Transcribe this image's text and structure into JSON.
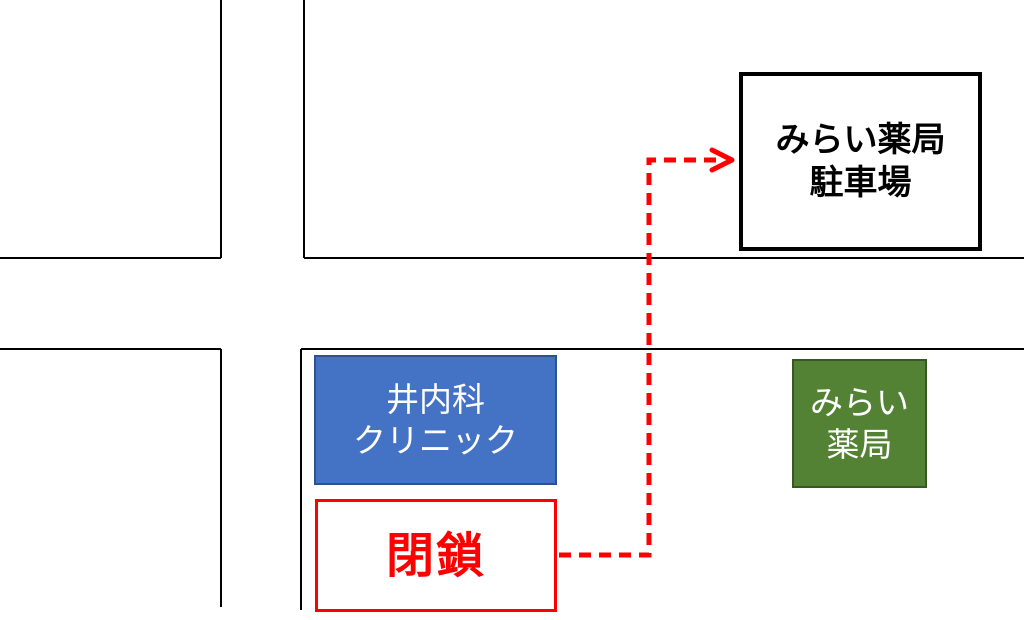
{
  "map": {
    "parking": {
      "line1": "みらい薬局",
      "line2": "駐車場"
    },
    "clinic": {
      "line1": "井内科",
      "line2": "クリニック",
      "fill_color": "#4472c4"
    },
    "pharmacy": {
      "line1": "みらい",
      "line2": "薬局",
      "fill_color": "#548235"
    },
    "closed_entrance": {
      "label": "閉鎖",
      "color": "#ff0000"
    },
    "route": {
      "style": "dashed",
      "color": "#ff0000",
      "icon": "arrow-right-icon"
    }
  }
}
